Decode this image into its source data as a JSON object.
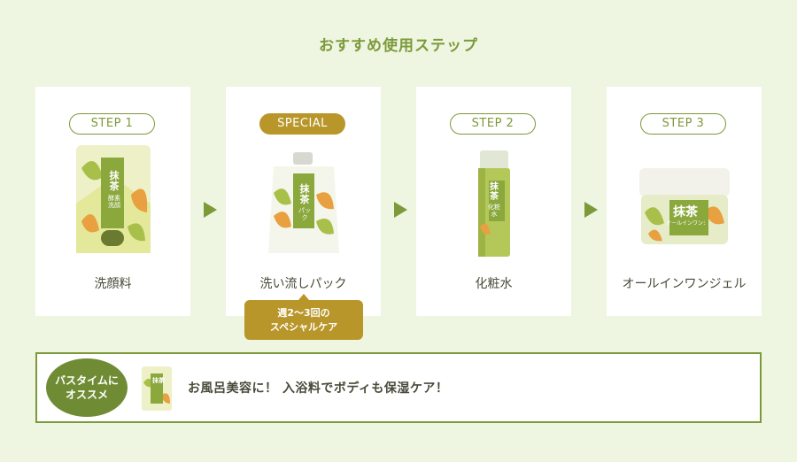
{
  "title": "おすすめ使用ステップ",
  "steps": [
    {
      "badge": "STEP 1",
      "label": "洗顔料",
      "pack_mark": "抹茶",
      "pack_sub": "酵素洗顔"
    },
    {
      "badge": "SPECIAL",
      "label": "洗い流しパック",
      "pack_mark": "抹茶",
      "pack_sub": "パック"
    },
    {
      "badge": "STEP 2",
      "label": "化粧水",
      "pack_mark": "抹茶",
      "pack_sub": "化粧水"
    },
    {
      "badge": "STEP 3",
      "label": "オールインワンジェル",
      "pack_mark": "抹茶",
      "pack_sub": "オールインワンジェル"
    }
  ],
  "callout": {
    "line1": "週2〜3回の",
    "line2": "スペシャルケア"
  },
  "bath": {
    "badge_line1": "バスタイムに",
    "badge_line2": "オススメ",
    "text": "お風呂美容に！ 入浴料でボディも保湿ケア！",
    "pack_mark": "抹茶"
  },
  "colors": {
    "accent": "#7c9a3a",
    "gold": "#b8962a",
    "background": "#eef5e1"
  }
}
